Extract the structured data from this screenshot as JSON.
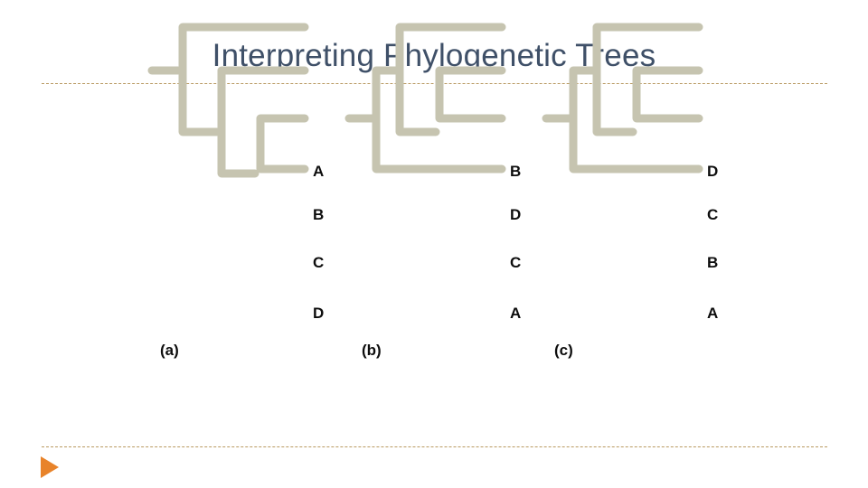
{
  "slide": {
    "title": "Interpreting Phylogenetic Trees",
    "background_color": "#ffffff",
    "title_color": "#3f5068",
    "rule_color": "#b99a62",
    "accent_color": "#e8832a",
    "branch_color": "#c6c4b0",
    "label_color": "#0d0d0d"
  },
  "figure": {
    "panels": [
      {
        "caption": "(a)",
        "taxa": [
          {
            "label": "A"
          },
          {
            "label": "B"
          },
          {
            "label": "C"
          },
          {
            "label": "D"
          }
        ]
      },
      {
        "caption": "(b)",
        "taxa": [
          {
            "label": "B"
          },
          {
            "label": "D"
          },
          {
            "label": "C"
          },
          {
            "label": "A"
          }
        ]
      },
      {
        "caption": "(c)",
        "taxa": [
          {
            "label": "D"
          },
          {
            "label": "C"
          },
          {
            "label": "B"
          },
          {
            "label": "A"
          }
        ]
      }
    ]
  },
  "navigation": {
    "advance_icon": "play-triangle-icon"
  }
}
